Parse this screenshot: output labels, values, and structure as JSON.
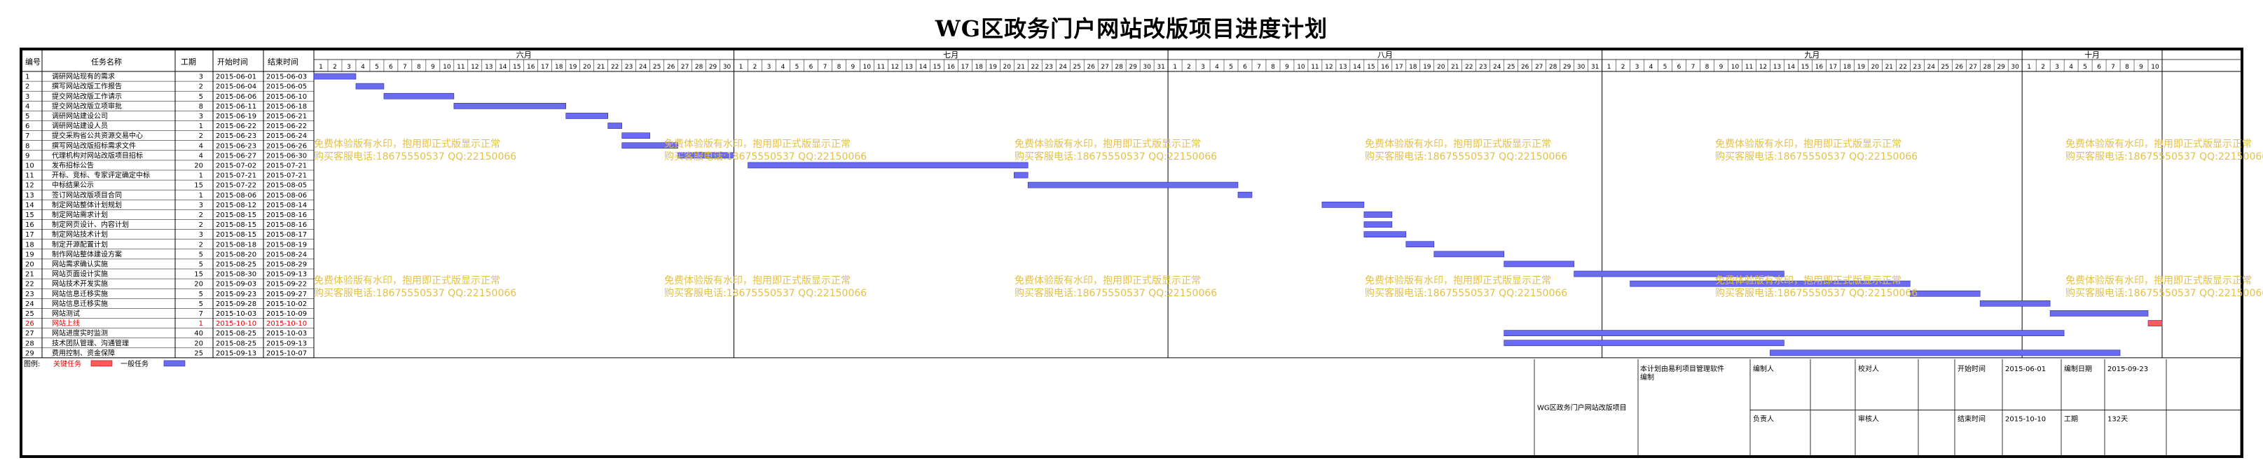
{
  "title": "WG区政务门户网站改版项目进度计划",
  "columns": {
    "id": "编号",
    "name": "任务名称",
    "duration": "工期",
    "start": "开始时间",
    "end": "结束时间"
  },
  "months": [
    "六月",
    "七月",
    "八月",
    "九月",
    "十月"
  ],
  "timeline_days": {
    "六月": 30,
    "七月": 31,
    "八月": 31,
    "九月": 30,
    "十月": 10
  },
  "watermark": {
    "line1": "免费体验版有水印，抱用即正式版显示正常",
    "line2": "购买客服电话:18675550537 QQ:22150066"
  },
  "legend": {
    "label": "图例:",
    "critical": "关键任务",
    "normal": "一般任务"
  },
  "footer": {
    "project_label": "WG区政务门户网站改版项目",
    "tool_note": "本计划由易利项目管理软件编制",
    "editor_label": "编制人",
    "checker_label": "校对人",
    "owner_label": "负责人",
    "reviewer_label": "审核人",
    "start_label": "开始时间",
    "start_value": "2015-06-01",
    "edit_date_label": "编制日期",
    "edit_date_value": "2015-09-23",
    "end_label": "结束时间",
    "end_value": "2015-10-10",
    "duration_label": "工期",
    "duration_value": "132天"
  },
  "colors": {
    "normal_bar": "#6b6bf0",
    "critical_bar": "#ff5a5a",
    "critical_text": "#e00000",
    "watermark": "#e3c04b"
  },
  "chart_data": {
    "type": "gantt",
    "x_range": [
      "2015-06-01",
      "2015-10-10"
    ],
    "tasks": [
      {
        "id": "1",
        "name": "调研网站现有的需求",
        "duration": "3",
        "start": "2015-06-01",
        "end": "2015-06-03",
        "critical": false
      },
      {
        "id": "2",
        "name": "撰写网站改版工作报告",
        "duration": "2",
        "start": "2015-06-04",
        "end": "2015-06-05",
        "critical": false
      },
      {
        "id": "3",
        "name": "提交网站改版工作请示",
        "duration": "5",
        "start": "2015-06-06",
        "end": "2015-06-10",
        "critical": false
      },
      {
        "id": "4",
        "name": "提交网站改版立项审批",
        "duration": "8",
        "start": "2015-06-11",
        "end": "2015-06-18",
        "critical": false
      },
      {
        "id": "5",
        "name": "调研网站建设公司",
        "duration": "3",
        "start": "2015-06-19",
        "end": "2015-06-21",
        "critical": false
      },
      {
        "id": "6",
        "name": "调研网站建设人员",
        "duration": "1",
        "start": "2015-06-22",
        "end": "2015-06-22",
        "critical": false
      },
      {
        "id": "7",
        "name": "提交采购省公共资源交易中心",
        "duration": "2",
        "start": "2015-06-23",
        "end": "2015-06-24",
        "critical": false
      },
      {
        "id": "8",
        "name": "撰写网站改版招标需求文件",
        "duration": "4",
        "start": "2015-06-23",
        "end": "2015-06-26",
        "critical": false
      },
      {
        "id": "9",
        "name": "代理机构对网站改版项目招标",
        "duration": "4",
        "start": "2015-06-27",
        "end": "2015-06-30",
        "critical": false
      },
      {
        "id": "10",
        "name": "发布招标公告",
        "duration": "20",
        "start": "2015-07-02",
        "end": "2015-07-21",
        "critical": false
      },
      {
        "id": "11",
        "name": "开标、竞标、专家评定确定中标",
        "duration": "1",
        "start": "2015-07-21",
        "end": "2015-07-21",
        "critical": false
      },
      {
        "id": "12",
        "name": "中标结果公示",
        "duration": "15",
        "start": "2015-07-22",
        "end": "2015-08-05",
        "critical": false
      },
      {
        "id": "13",
        "name": "签订网站改版项目合同",
        "duration": "1",
        "start": "2015-08-06",
        "end": "2015-08-06",
        "critical": false
      },
      {
        "id": "14",
        "name": "制定网站整体计划规划",
        "duration": "3",
        "start": "2015-08-12",
        "end": "2015-08-14",
        "critical": false
      },
      {
        "id": "15",
        "name": "制定网站需求计划",
        "duration": "2",
        "start": "2015-08-15",
        "end": "2015-08-16",
        "critical": false
      },
      {
        "id": "16",
        "name": "制定网页设计、内容计划",
        "duration": "2",
        "start": "2015-08-15",
        "end": "2015-08-16",
        "critical": false
      },
      {
        "id": "17",
        "name": "制定网站技术计划",
        "duration": "3",
        "start": "2015-08-15",
        "end": "2015-08-17",
        "critical": false
      },
      {
        "id": "18",
        "name": "制定开源配置计划",
        "duration": "2",
        "start": "2015-08-18",
        "end": "2015-08-19",
        "critical": false
      },
      {
        "id": "19",
        "name": "制作网站整体建设方案",
        "duration": "5",
        "start": "2015-08-20",
        "end": "2015-08-24",
        "critical": false
      },
      {
        "id": "20",
        "name": "网站需求确认实施",
        "duration": "5",
        "start": "2015-08-25",
        "end": "2015-08-29",
        "critical": false
      },
      {
        "id": "21",
        "name": "网站页面设计实施",
        "duration": "15",
        "start": "2015-08-30",
        "end": "2015-09-13",
        "critical": false
      },
      {
        "id": "22",
        "name": "网站技术开发实施",
        "duration": "20",
        "start": "2015-09-03",
        "end": "2015-09-22",
        "critical": false
      },
      {
        "id": "23",
        "name": "网站信息迁移实施",
        "duration": "5",
        "start": "2015-09-23",
        "end": "2015-09-27",
        "critical": false
      },
      {
        "id": "24",
        "name": "网站信息迁移实施",
        "duration": "5",
        "start": "2015-09-28",
        "end": "2015-10-02",
        "critical": false
      },
      {
        "id": "25",
        "name": "网站测试",
        "duration": "7",
        "start": "2015-10-03",
        "end": "2015-10-09",
        "critical": false
      },
      {
        "id": "26",
        "name": "网站上线",
        "duration": "1",
        "start": "2015-10-10",
        "end": "2015-10-10",
        "critical": true
      },
      {
        "id": "27",
        "name": "网站进度实时监测",
        "duration": "40",
        "start": "2015-08-25",
        "end": "2015-10-03",
        "critical": false
      },
      {
        "id": "28",
        "name": "技术团队管理、沟通管理",
        "duration": "20",
        "start": "2015-08-25",
        "end": "2015-09-13",
        "critical": false
      },
      {
        "id": "29",
        "name": "费用控制、资金保障",
        "duration": "25",
        "start": "2015-09-13",
        "end": "2015-10-07",
        "critical": false
      }
    ]
  }
}
